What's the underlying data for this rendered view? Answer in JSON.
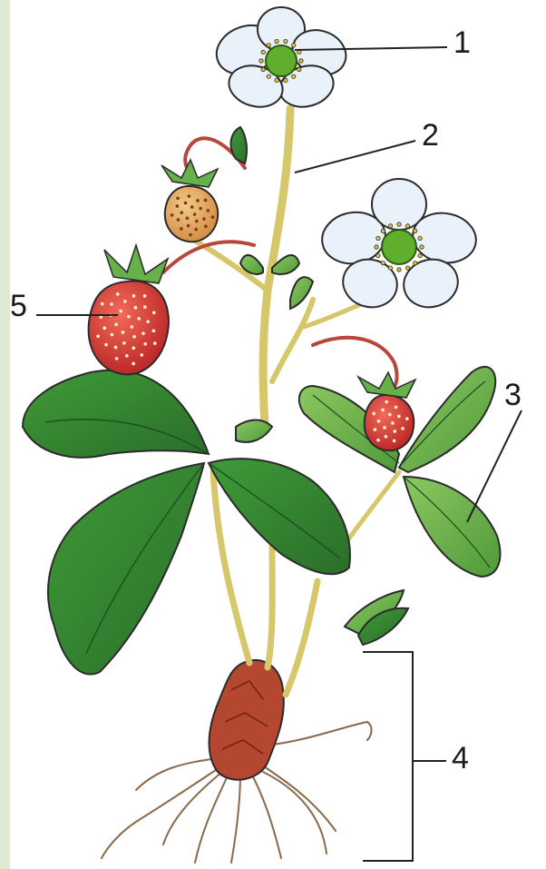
{
  "labels": {
    "flower": "1",
    "stem": "2",
    "leaf": "3",
    "root_system": "4",
    "berry": "5"
  },
  "colors": {
    "side_strip": "#dfe9d3",
    "label_text": "#1a1a1a",
    "leader_line": "#222222",
    "outline": "#2b2b2b",
    "leaf_dark": "#2f7d2f",
    "leaf_light": "#66b14a",
    "petal": "#e9f2fb",
    "flower_center": "#5fae2e",
    "stem": "#d6c86a",
    "berry": "#d93b3b",
    "unripe_berry": "#e3a75a",
    "rhizome": "#b4472f",
    "root": "#8a6a4a"
  }
}
